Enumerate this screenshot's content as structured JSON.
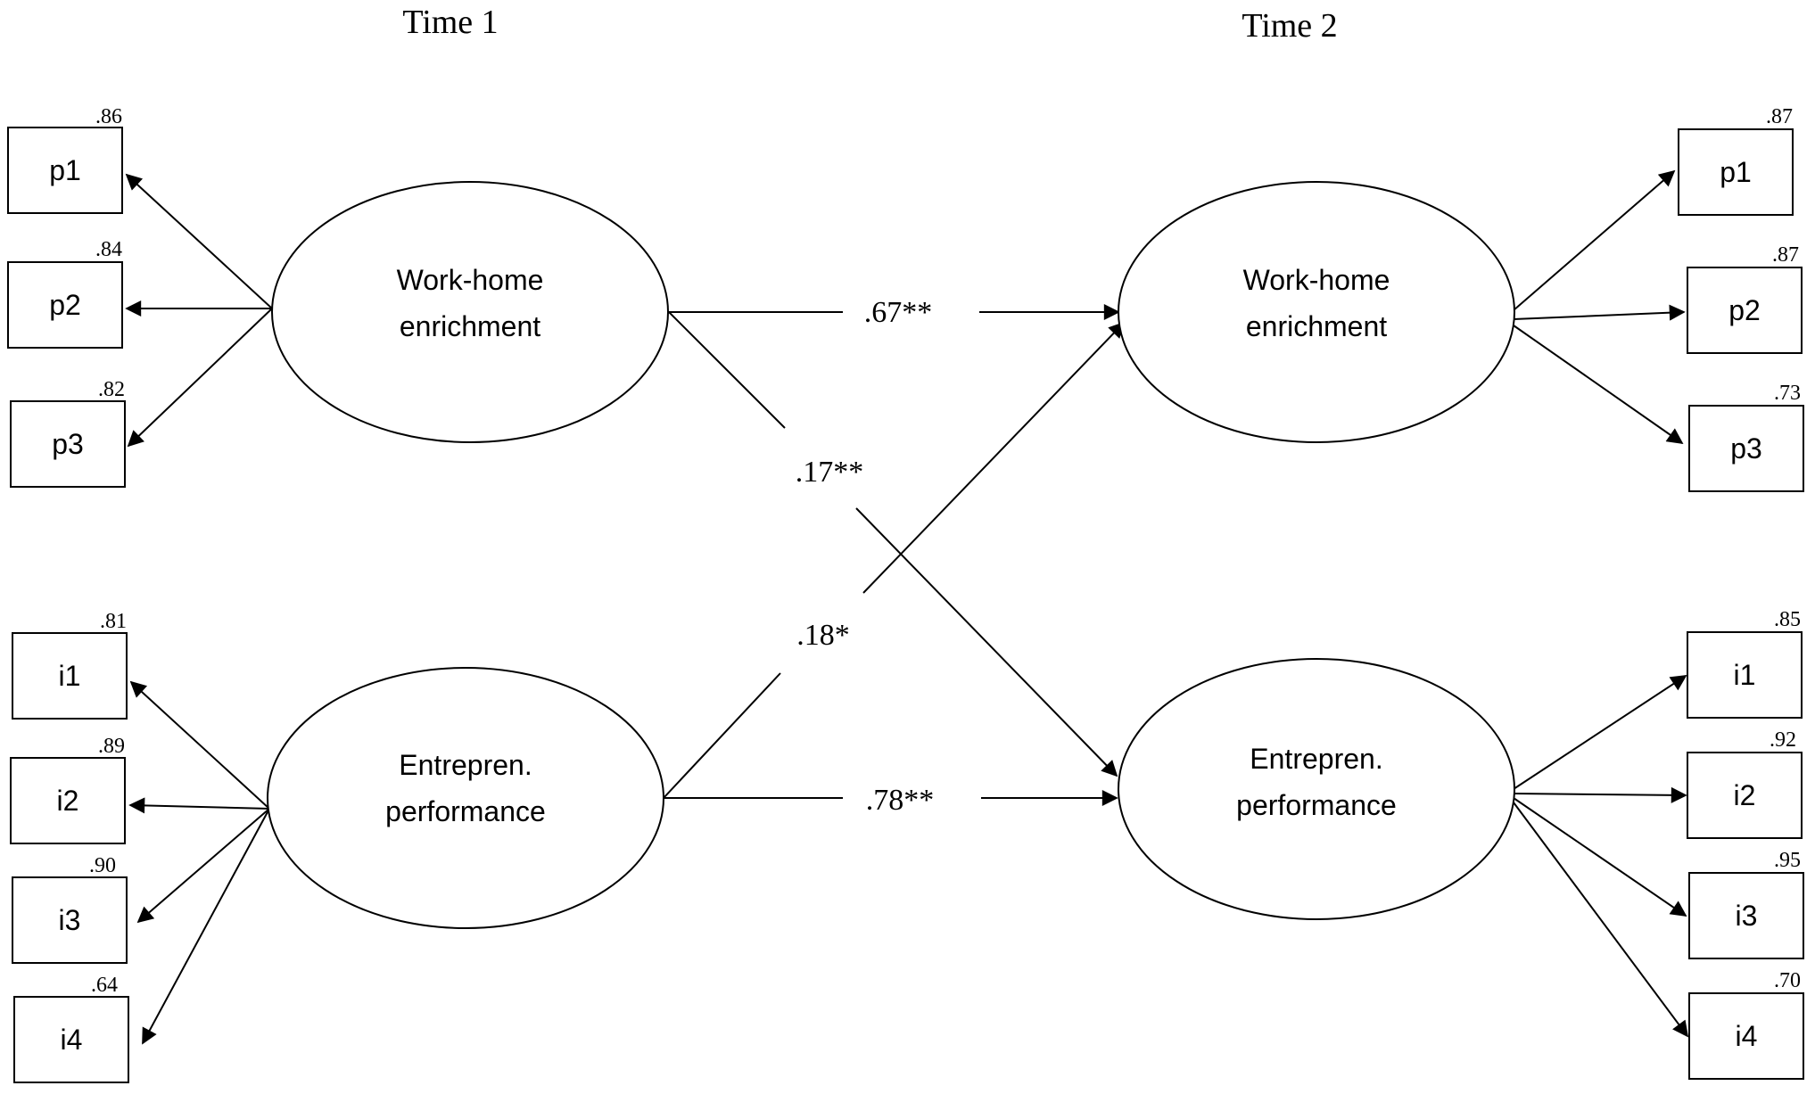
{
  "time1_label": "Time 1",
  "time2_label": "Time 2",
  "constructs": {
    "t1_enrichment": [
      "Work-home",
      "enrichment"
    ],
    "t2_enrichment": [
      "Work-home",
      "enrichment"
    ],
    "t1_performance": [
      "Entrepren.",
      "performance"
    ],
    "t2_performance": [
      "Entrepren.",
      "performance"
    ]
  },
  "indicators": {
    "t1_enrichment": [
      {
        "label": "p1",
        "loading": ".86"
      },
      {
        "label": "p2",
        "loading": ".84"
      },
      {
        "label": "p3",
        "loading": ".82"
      }
    ],
    "t2_enrichment": [
      {
        "label": "p1",
        "loading": ".87"
      },
      {
        "label": "p2",
        "loading": ".87"
      },
      {
        "label": "p3",
        "loading": ".73"
      }
    ],
    "t1_performance": [
      {
        "label": "i1",
        "loading": ".81"
      },
      {
        "label": "i2",
        "loading": ".89"
      },
      {
        "label": "i3",
        "loading": ".90"
      },
      {
        "label": "i4",
        "loading": ".64"
      }
    ],
    "t2_performance": [
      {
        "label": "i1",
        "loading": ".85"
      },
      {
        "label": "i2",
        "loading": ".92"
      },
      {
        "label": "i3",
        "loading": ".95"
      },
      {
        "label": "i4",
        "loading": ".70"
      }
    ]
  },
  "paths": {
    "enrichment_stability": ".67**",
    "enrichment_to_performance": ".17**",
    "performance_to_enrichment": ".18*",
    "performance_stability": ".78**"
  }
}
